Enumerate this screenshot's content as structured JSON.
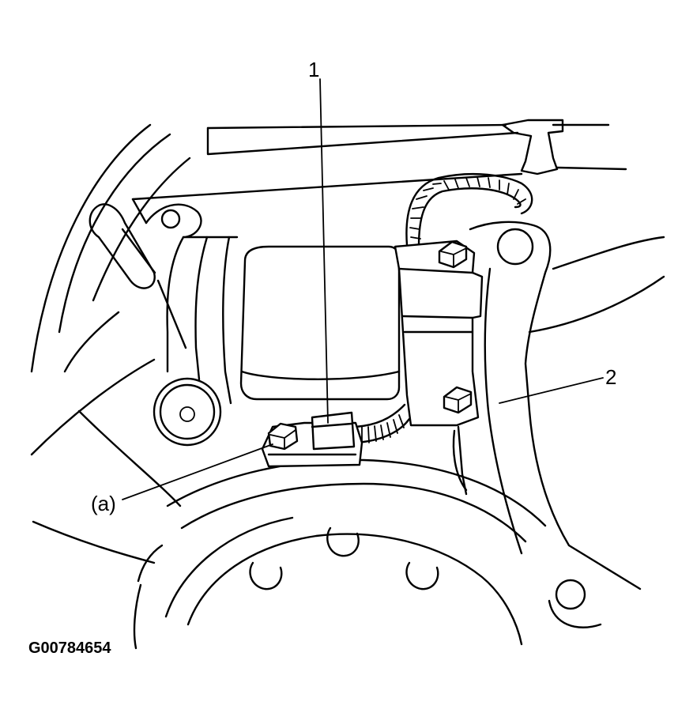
{
  "callouts": {
    "c1": "1",
    "c2": "2",
    "ca": "(a)"
  },
  "figure_id": "G00784654"
}
